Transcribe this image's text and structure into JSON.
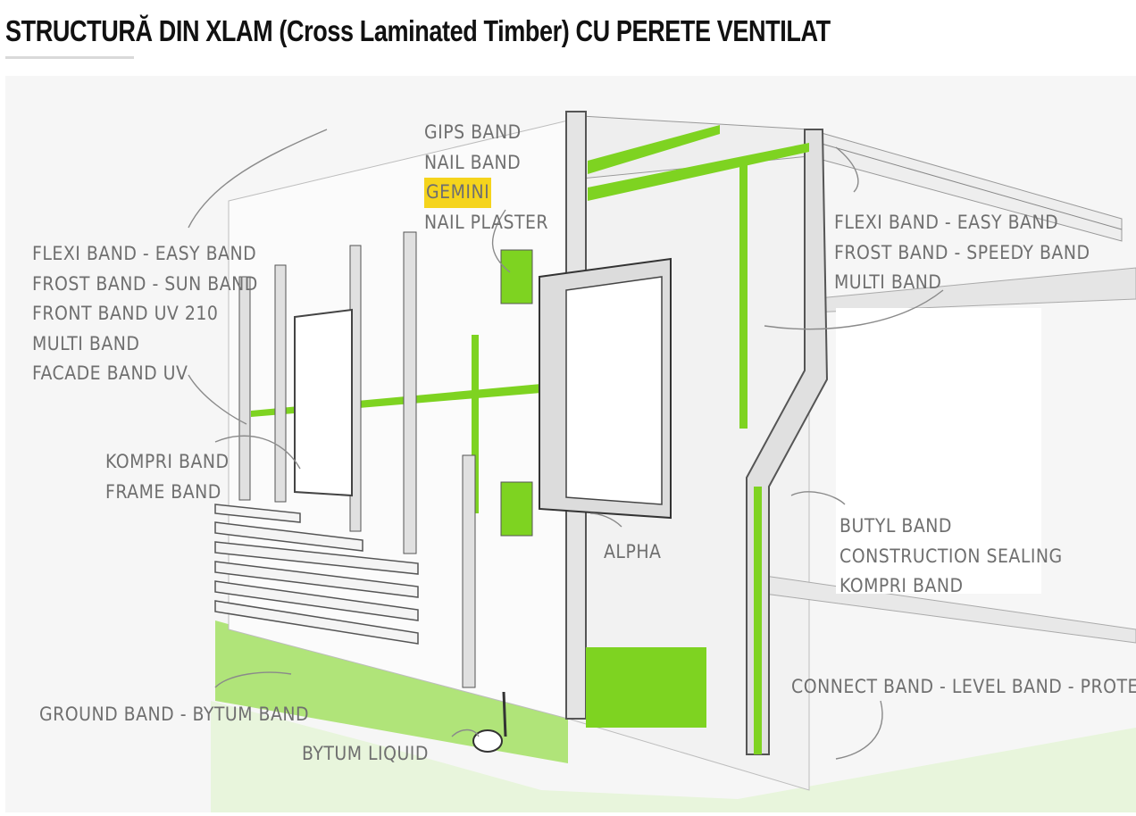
{
  "title": "STRUCTURĂ DIN XLAM (Cross Laminated Timber) CU PERETE VENTILAT",
  "colors": {
    "accent_green": "#7ed321",
    "line_gray": "#8a8a8a",
    "label_gray": "#6f6f6f",
    "highlight": "#f5d41c"
  },
  "groups": {
    "top_center": [
      "GIPS BAND",
      "NAIL BAND",
      "GEMINI",
      "NAIL PLASTER"
    ],
    "highlighted_item": "GEMINI",
    "left_upper": [
      "FLEXI BAND - EASY BAND",
      "FROST BAND - SUN BAND",
      "FRONT BAND UV 210",
      "MULTI BAND",
      "FACADE BAND UV"
    ],
    "left_middle": [
      "KOMPRI BAND",
      "FRAME BAND"
    ],
    "left_bottom": [
      "GROUND BAND - BYTUM BAND"
    ],
    "bottom_center": [
      "BYTUM LIQUID"
    ],
    "center_window": [
      "ALPHA"
    ],
    "right_upper": [
      "FLEXI BAND - EASY BAND",
      "FROST BAND - SPEEDY BAND",
      "MULTI BAND"
    ],
    "right_middle": [
      "BUTYL BAND",
      "CONSTRUCTION SEALING",
      "KOMPRI BAND"
    ],
    "right_bottom": [
      "CONNECT BAND - LEVEL BAND - PROTECT"
    ]
  }
}
